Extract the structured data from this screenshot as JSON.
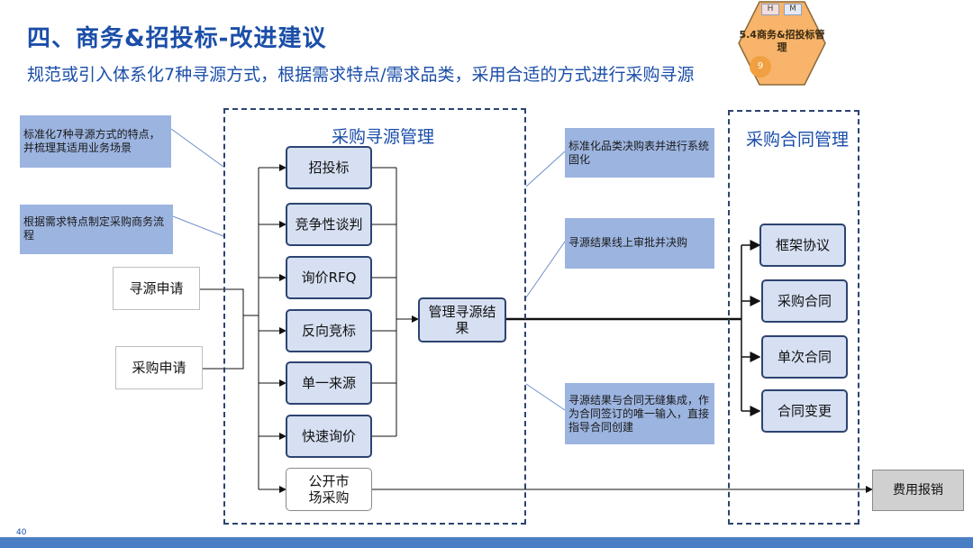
{
  "header": {
    "title": "四、商务&招投标-改进建议",
    "subtitle": "规范或引入体系化7种寻源方式，根据需求特点/需求品类，采用合适的方式进行采购寻源"
  },
  "badge": {
    "h": "H",
    "m": "M",
    "label": "5.4商务&招投标管理",
    "number": "9"
  },
  "groups": {
    "sourcing": "采购寻源管理",
    "contract": "采购合同管理"
  },
  "notes": {
    "n1": "标准化7种寻源方式的特点，并梳理其适用业务场景",
    "n2": "根据需求特点制定采购商务流程",
    "n3": "标准化品类决购表并进行系统固化",
    "n4": "寻源结果线上审批并决购",
    "n5": "寻源结果与合同无缝集成，作为合同签订的唯一输入，直接指导合同创建"
  },
  "inputs": {
    "sourcing_request": "寻源申请",
    "purchase_request": "采购申请"
  },
  "methods": {
    "bidding": "招投标",
    "negotiation": "竞争性谈判",
    "rfq": "询价RFQ",
    "reverse_auction": "反向竞标",
    "single_source": "单一来源",
    "quick_inquiry": "快速询价",
    "public_market": "公开市场采购"
  },
  "result": "管理寻源结果",
  "contracts": {
    "framework": "框架协议",
    "purchase": "采购合同",
    "single": "单次合同",
    "change": "合同变更"
  },
  "expense": "费用报销",
  "page_number": "40",
  "colors": {
    "title": "#1b4ea8",
    "node_fill": "#d6e0f2",
    "node_border": "#2c4470",
    "note_fill": "#9cb4e0",
    "bar": "#4a7ec4",
    "badge": "#f0a040"
  }
}
